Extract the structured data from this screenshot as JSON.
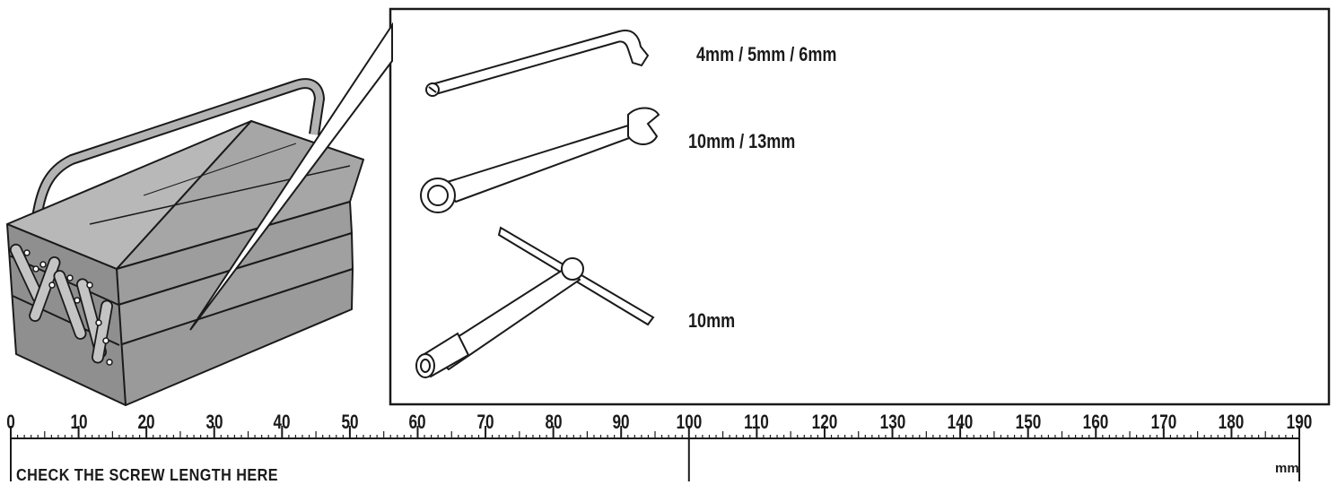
{
  "tools": [
    {
      "name": "hex-key",
      "icon": "hex-key-icon",
      "label": "4mm / 5mm / 6mm"
    },
    {
      "name": "combination-wrench",
      "icon": "wrench-icon",
      "label": "10mm / 13mm"
    },
    {
      "name": "t-socket-wrench",
      "icon": "t-socket-wrench-icon",
      "label": "10mm"
    }
  ],
  "ruler": {
    "min": 0,
    "max": 190,
    "major_step": 10,
    "unit": "mm",
    "instruction": "CHECK THE SCREW LENGTH HERE"
  },
  "colors": {
    "toolbox_fill": "#a6a6a6",
    "toolbox_shade": "#8c8c8c",
    "line": "#1a1a1a",
    "tool_fill": "#ffffff"
  }
}
